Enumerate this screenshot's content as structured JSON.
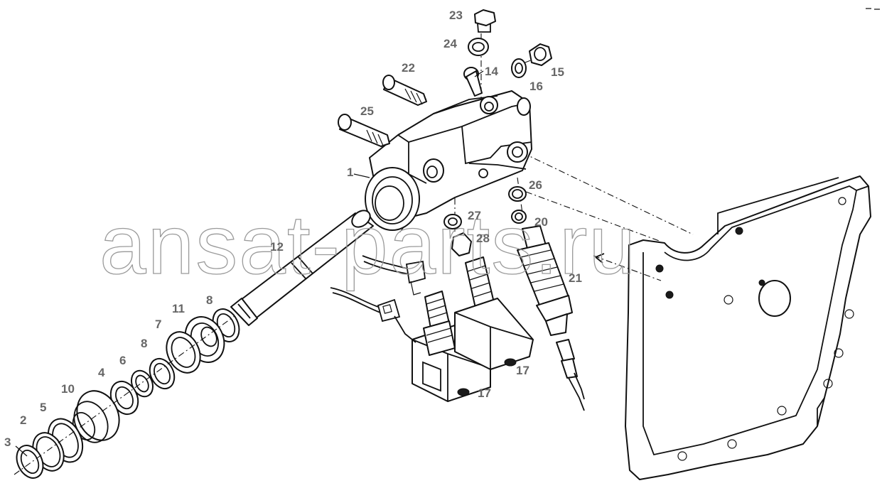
{
  "watermark": "ansat-parts.ru",
  "corner_mark": "",
  "part_labels": [
    {
      "id": "label-1",
      "text": "1"
    },
    {
      "id": "label-2",
      "text": "2"
    },
    {
      "id": "label-3",
      "text": "3"
    },
    {
      "id": "label-4",
      "text": "4"
    },
    {
      "id": "label-5",
      "text": "5"
    },
    {
      "id": "label-6",
      "text": "6"
    },
    {
      "id": "label-7",
      "text": "7"
    },
    {
      "id": "label-8a",
      "text": "8"
    },
    {
      "id": "label-8b",
      "text": "8"
    },
    {
      "id": "label-10",
      "text": "10"
    },
    {
      "id": "label-11",
      "text": "11"
    },
    {
      "id": "label-12",
      "text": "12"
    },
    {
      "id": "label-14",
      "text": "14"
    },
    {
      "id": "label-15",
      "text": "15"
    },
    {
      "id": "label-16",
      "text": "16"
    },
    {
      "id": "label-17a",
      "text": "17"
    },
    {
      "id": "label-17b",
      "text": "17"
    },
    {
      "id": "label-20",
      "text": "20"
    },
    {
      "id": "label-21",
      "text": "21"
    },
    {
      "id": "label-22",
      "text": "22"
    },
    {
      "id": "label-23",
      "text": "23"
    },
    {
      "id": "label-24",
      "text": "24"
    },
    {
      "id": "label-25",
      "text": "25"
    },
    {
      "id": "label-26",
      "text": "26"
    },
    {
      "id": "label-27",
      "text": "27"
    },
    {
      "id": "label-28",
      "text": "28"
    }
  ]
}
